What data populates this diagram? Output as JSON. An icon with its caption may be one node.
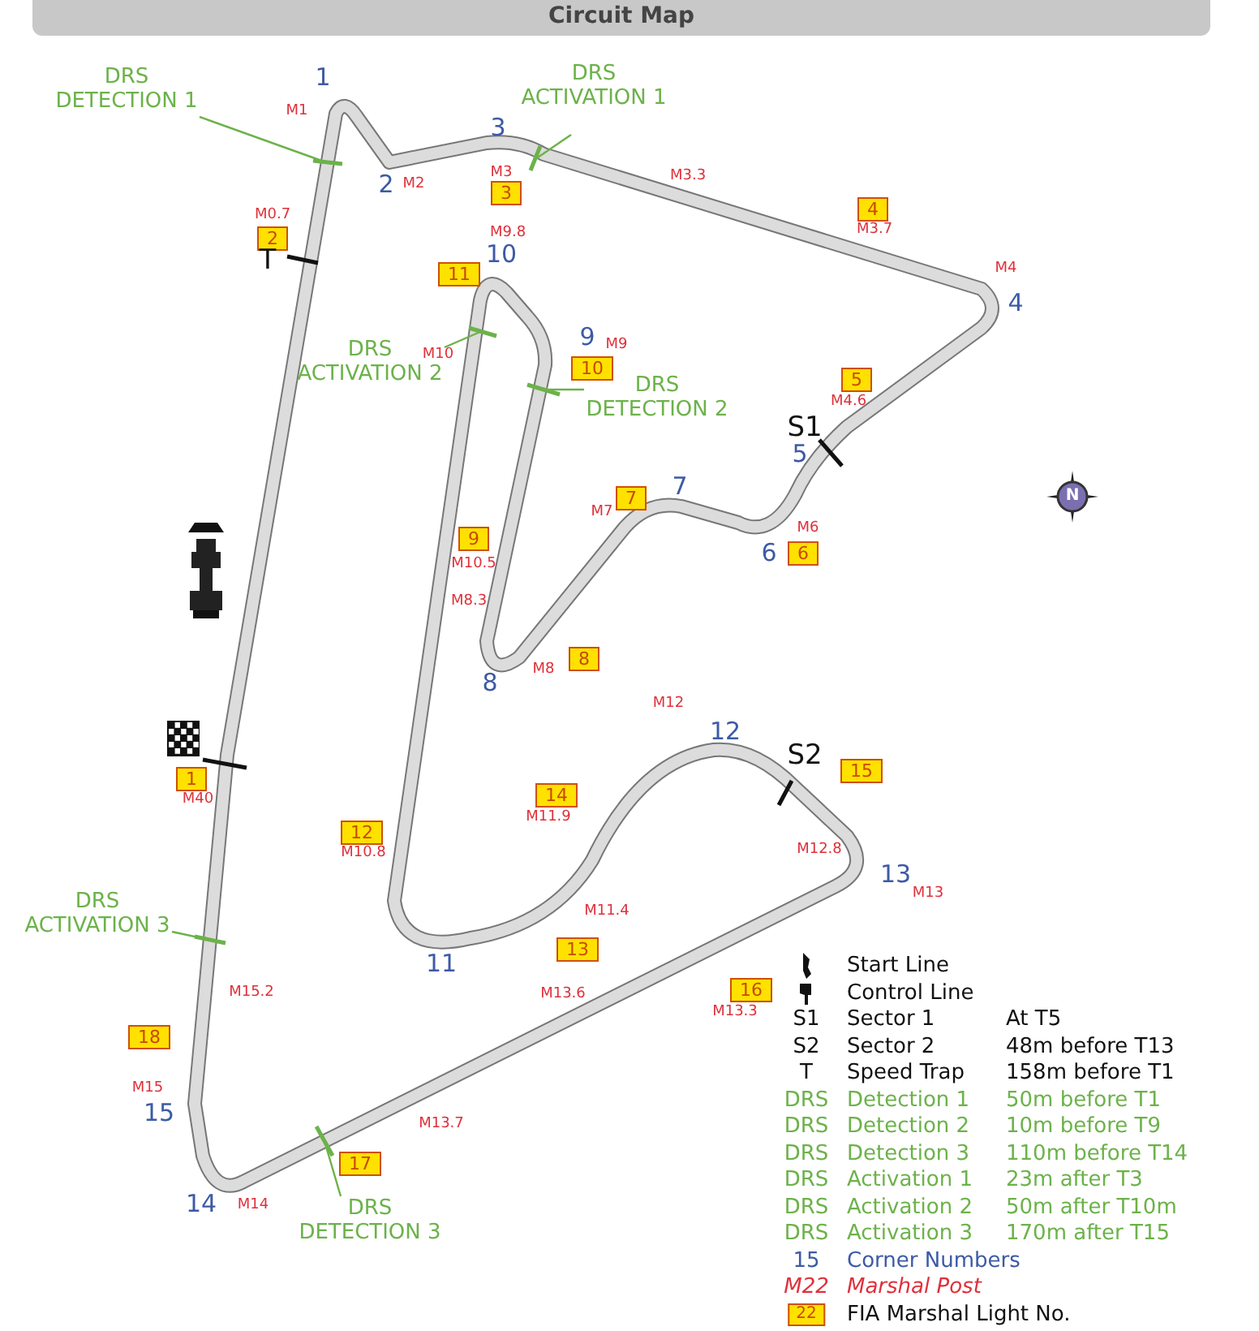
{
  "diagram": {
    "title": "Circuit Map",
    "nodes": [
      {
        "text": [
          "DRS DETECTION 1"
        ]
      },
      {
        "text": [
          "DRS ACTIVATION 1"
        ]
      },
      {
        "text": [
          "DRS ACTIVATION 2"
        ]
      },
      {
        "text": [
          "DRS DETECTION 2"
        ]
      },
      {
        "text": [
          "DRS ACTIVATION 3"
        ]
      },
      {
        "text": [
          "DRS DETECTION 3"
        ]
      }
    ],
    "edges": [
      {
        "from": 0,
        "to": null,
        "arrow": "none"
      },
      {
        "from": 1,
        "to": null,
        "arrow": "none"
      },
      {
        "from": 2,
        "to": null,
        "arrow": "none"
      },
      {
        "from": 3,
        "to": null,
        "arrow": "none"
      },
      {
        "from": 4,
        "to": null,
        "arrow": "none"
      },
      {
        "from": 5,
        "to": null,
        "arrow": "none"
      }
    ],
    "labels": [
      "1",
      "M1",
      "3",
      "2",
      "M2",
      "M3",
      "M3.3",
      "M0.7",
      "3",
      "4",
      "2",
      "M9.8",
      "M3.7",
      "T",
      "11",
      "10",
      "M4",
      "4",
      "9",
      "M9",
      "M10",
      "10",
      "5",
      "M4.6",
      "S1",
      "5",
      "7",
      "7",
      "M7",
      "M6",
      "9",
      "6",
      "6",
      "M10.5",
      "M8.3",
      "8",
      "M8",
      "8",
      "M12",
      "12",
      "1",
      "S2",
      "15",
      "M40",
      "14",
      "M11.9",
      "12",
      "M10.8",
      "M12.8",
      "13",
      "M13",
      "M11.4",
      "13",
      "11",
      "M15.2",
      "M13.6",
      "16",
      "M13.3",
      "18",
      "M15",
      "15",
      "M13.7",
      "17",
      "14",
      "M14",
      "S1",
      "Sector 1",
      "At T5",
      "S2",
      "Sector 2",
      "48m before T13",
      "T",
      "Speed Trap",
      "158m before T1",
      "DRS",
      "Detection 1",
      "50m before T1",
      "DRS",
      "Detection 2",
      "10m before T9",
      "DRS",
      "Detection 3",
      "110m before T14",
      "DRS",
      "Activation 1",
      "23m after T3",
      "DRS",
      "Activation 2",
      "50m after T10m",
      "DRS",
      "Activation 3",
      "170m after T15",
      "15",
      "Corner Numbers",
      "M22",
      "Marshal Post",
      "22",
      "FIA Marshal Light No.",
      "N"
    ],
    "legend": [
      {
        "text": "Start Line"
      },
      {
        "text": "Control Line"
      }
    ]
  }
}
